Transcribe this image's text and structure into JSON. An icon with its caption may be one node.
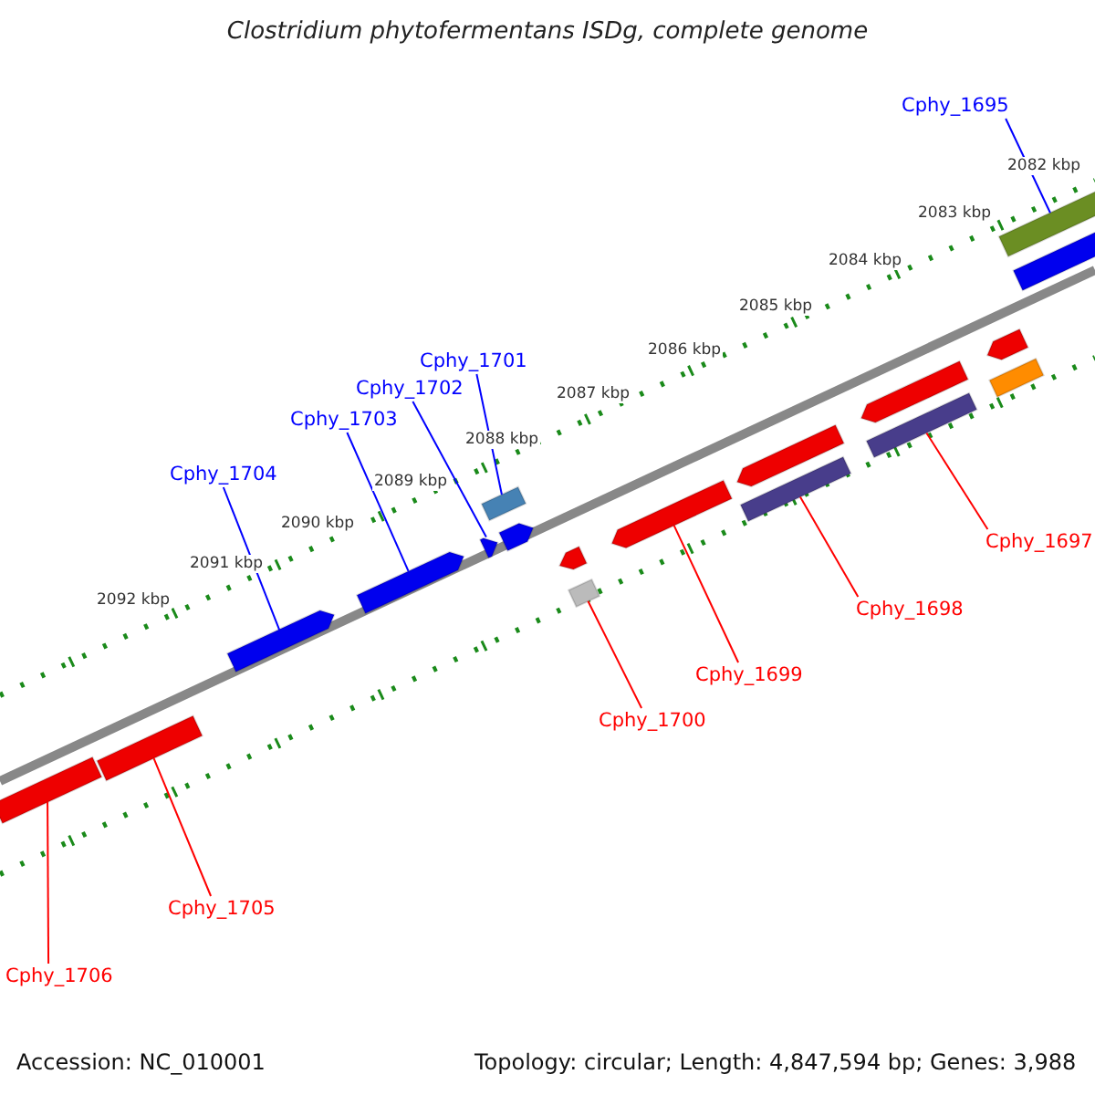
{
  "diagram": {
    "title": "Clostridium phytofermentans ISDg, complete genome",
    "nodes": [
      {
        "text": [
          "Cphy_1695"
        ]
      },
      {
        "text": [],
        "shape": "bar"
      },
      {
        "text": [
          "Cphy_1701"
        ]
      },
      {
        "text": [],
        "shape": "bar"
      },
      {
        "text": [
          "Cphy_1702"
        ]
      },
      {
        "text": [],
        "shape": "pentagon"
      },
      {
        "text": [
          "Cphy_1703"
        ]
      },
      {
        "text": [],
        "shape": "pentagon"
      },
      {
        "text": [
          "Cphy_1704"
        ]
      },
      {
        "text": [],
        "shape": "pentagon"
      },
      {
        "text": [
          "Cphy_1697"
        ]
      },
      {
        "text": [],
        "shape": "bar"
      },
      {
        "text": [
          "Cphy_1698"
        ]
      },
      {
        "text": [],
        "shape": "bar"
      },
      {
        "text": [
          "Cphy_1699"
        ]
      },
      {
        "text": [],
        "shape": "pentagon"
      },
      {
        "text": [
          "Cphy_1700"
        ]
      },
      {
        "text": [],
        "shape": "bar"
      },
      {
        "text": [
          "Cphy_1705"
        ]
      },
      {
        "text": [],
        "shape": "bar"
      },
      {
        "text": [
          "Cphy_1706"
        ]
      },
      {
        "text": [],
        "shape": "bar"
      },
      {
        "text": [],
        "shape": "pentagon"
      },
      {
        "text": [],
        "shape": "pentagon"
      },
      {
        "text": [],
        "shape": "pentagon"
      },
      {
        "text": [],
        "shape": "pentagon"
      },
      {
        "text": [],
        "shape": "bar"
      },
      {
        "text": [],
        "shape": "pentagon"
      },
      {
        "text": [],
        "shape": "pentagon"
      }
    ],
    "edges": [
      {
        "from": 0,
        "to": 1,
        "arrow": "none",
        "color": "#0000ff"
      },
      {
        "from": 2,
        "to": 3,
        "arrow": "none",
        "color": "#0000ff"
      },
      {
        "from": 4,
        "to": 5,
        "arrow": "none",
        "color": "#0000ff"
      },
      {
        "from": 6,
        "to": 7,
        "arrow": "none",
        "color": "#0000ff"
      },
      {
        "from": 8,
        "to": 9,
        "arrow": "none",
        "color": "#0000ff"
      },
      {
        "from": 10,
        "to": 11,
        "arrow": "none"
      },
      {
        "from": 12,
        "to": 13,
        "arrow": "none"
      },
      {
        "from": 14,
        "to": 15,
        "arrow": "none"
      },
      {
        "from": 16,
        "to": 17,
        "arrow": "none"
      },
      {
        "from": 18,
        "to": 19,
        "arrow": "none"
      },
      {
        "from": 20,
        "to": 21,
        "arrow": "none"
      }
    ],
    "labels": [
      "2082 kbp",
      "2083 kbp",
      "2084 kbp",
      "2085 kbp",
      "2086 kbp",
      "2087 kbp",
      "2088 kbp",
      "2089 kbp",
      "2090 kbp",
      "2091 kbp",
      "2092 kbp",
      "Accession: NC_010001",
      "Topology: circular; Length: 4,847,594 bp; Genes: 3,988"
    ]
  }
}
